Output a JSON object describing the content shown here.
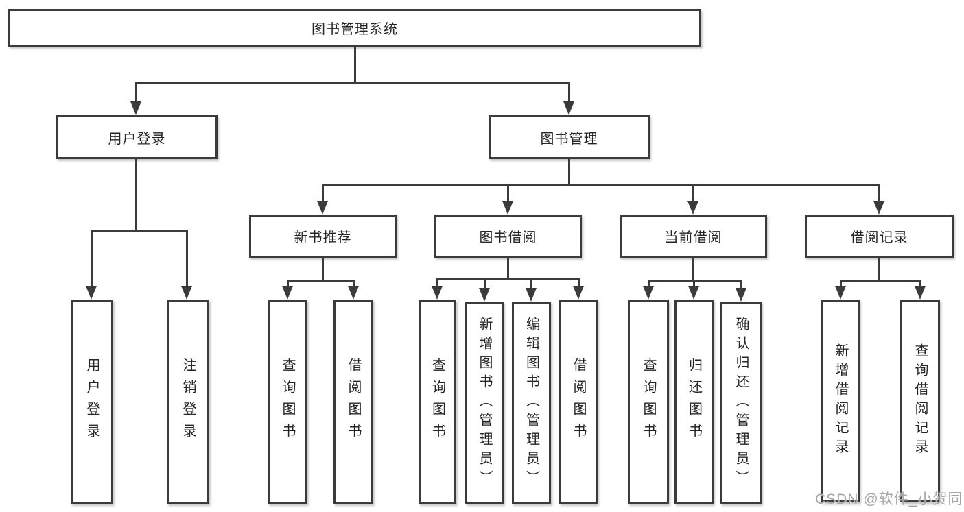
{
  "diagram": {
    "root": {
      "label": "图书管理系统"
    },
    "login": {
      "label": "用户登录",
      "children": [
        {
          "label": "用户登录"
        },
        {
          "label": "注销登录"
        }
      ]
    },
    "management": {
      "label": "图书管理",
      "sections": [
        {
          "label": "新书推荐",
          "children": [
            {
              "label": "查询图书"
            },
            {
              "label": "借阅图书"
            }
          ]
        },
        {
          "label": "图书借阅",
          "children": [
            {
              "label": "查询图书"
            },
            {
              "label": "新增图书（管理员）"
            },
            {
              "label": "编辑图书（管理员）"
            },
            {
              "label": "借阅图书"
            }
          ]
        },
        {
          "label": "当前借阅",
          "children": [
            {
              "label": "查询图书"
            },
            {
              "label": "归还图书"
            },
            {
              "label": "确认归还（管理员）"
            }
          ]
        },
        {
          "label": "借阅记录",
          "children": [
            {
              "label": "新增借阅记录"
            },
            {
              "label": "查询借阅记录"
            }
          ]
        }
      ]
    }
  },
  "watermark": {
    "text": "CSDN @软件_小贺同学"
  },
  "colors": {
    "line": "#3b3b3b",
    "text": "#262626",
    "watermark": "#a6a6a6",
    "background": "#ffffff"
  }
}
